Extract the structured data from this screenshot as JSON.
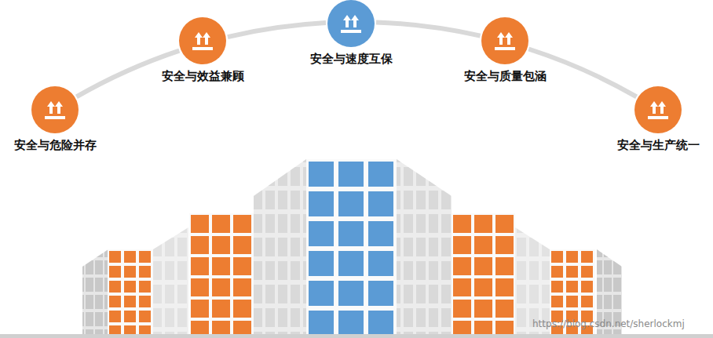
{
  "diagram": {
    "nodes": [
      {
        "text": [
          "安全与危险并存"
        ]
      },
      {
        "text": [
          "安全与效益兼顾"
        ]
      },
      {
        "text": [
          "安全与速度互保"
        ]
      },
      {
        "text": [
          "安全与质量包涵"
        ]
      },
      {
        "text": [
          "安全与生产统一"
        ]
      }
    ],
    "edges": [
      {
        "from": 0,
        "to": 1,
        "arrow": "none"
      },
      {
        "from": 1,
        "to": 2,
        "arrow": "none"
      },
      {
        "from": 2,
        "to": 3,
        "arrow": "none"
      },
      {
        "from": 3,
        "to": 4,
        "arrow": "none"
      }
    ],
    "labels": [
      "https://blog.csdn.net/sherlockmj"
    ]
  }
}
